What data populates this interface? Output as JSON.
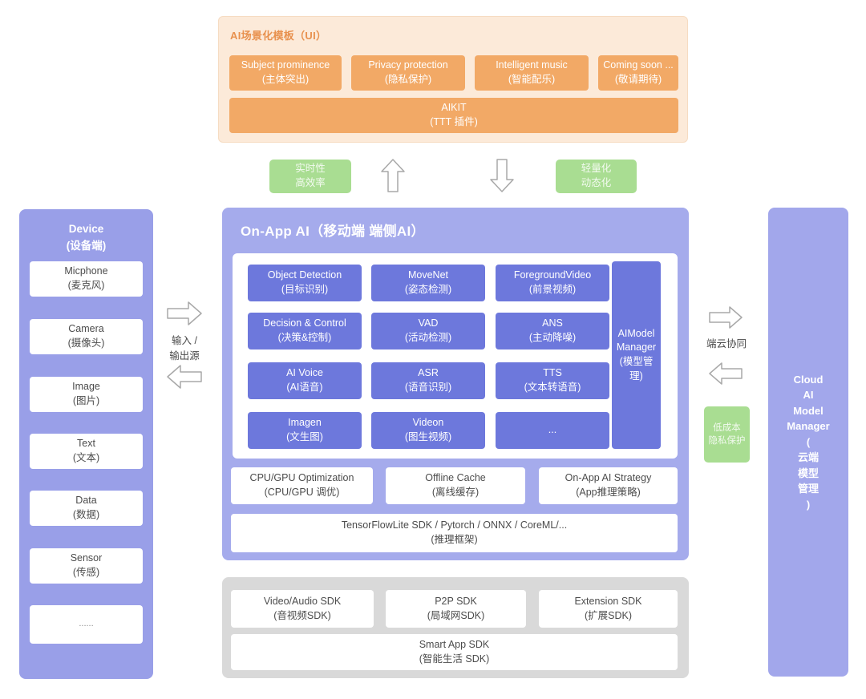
{
  "palette": {
    "peach_bg": "#fcead9",
    "orange": "#f2a966",
    "orange_text": "#e8914e",
    "green": "#a9dd92",
    "periwinkle_device": "#999fe8",
    "periwinkle_onapp": "#a5abec",
    "periwinkle_cloud": "#a2a7eb",
    "blue_card": "#6d78dc",
    "gray_panel": "#d9d9d9",
    "card_text": "#4c4c4c"
  },
  "top_panel": {
    "title": "AI场景化模板（UI）",
    "buttons": [
      {
        "title": "Subject prominence",
        "subtitle": "(主体突出)"
      },
      {
        "title": "Privacy protection",
        "subtitle": "(隐私保护)"
      },
      {
        "title": "Intelligent music",
        "subtitle": "(智能配乐)"
      },
      {
        "title": "Coming soon ...",
        "subtitle": "(敬请期待)"
      }
    ],
    "aikit": {
      "title": "AIKIT",
      "subtitle": "(TTT 插件)"
    }
  },
  "middle_labels": {
    "left_green": "实时性\n高效率",
    "right_green": "轻量化\n动态化"
  },
  "device_panel": {
    "title": "Device\n(设备端)",
    "items": [
      {
        "title": "Micphone",
        "subtitle": "(麦克风)"
      },
      {
        "title": "Camera",
        "subtitle": "(摄像头)"
      },
      {
        "title": "Image",
        "subtitle": "(图片)"
      },
      {
        "title": "Text",
        "subtitle": "(文本)"
      },
      {
        "title": "Data",
        "subtitle": "(数据)"
      },
      {
        "title": "Sensor",
        "subtitle": "(传感)"
      },
      {
        "title": "......",
        "subtitle": ""
      }
    ]
  },
  "io_label": "输入 /\n输出源",
  "onapp_panel": {
    "title": "On-App AI（移动端 端侧AI）",
    "features": [
      {
        "title": "Object Detection",
        "subtitle": "(目标识别)"
      },
      {
        "title": "MoveNet",
        "subtitle": "(姿态检测)"
      },
      {
        "title": "ForegroundVideo",
        "subtitle": "(前景视频)"
      },
      {
        "title": "Decision & Control",
        "subtitle": "(决策&控制)"
      },
      {
        "title": "VAD",
        "subtitle": "(活动检测)"
      },
      {
        "title": "ANS",
        "subtitle": "(主动降噪)"
      },
      {
        "title": "AI Voice",
        "subtitle": "(AI语音)"
      },
      {
        "title": "ASR",
        "subtitle": "(语音识别)"
      },
      {
        "title": "TTS",
        "subtitle": "(文本转语音)"
      },
      {
        "title": "Imagen",
        "subtitle": "(文生图)"
      },
      {
        "title": "Videon",
        "subtitle": "(图生视频)"
      },
      {
        "title": "...",
        "subtitle": ""
      }
    ],
    "model_manager": "AIModel\nManager\n(模型管\n理)",
    "infra": [
      {
        "title": "CPU/GPU Optimization",
        "subtitle": "(CPU/GPU 调优)"
      },
      {
        "title": "Offline Cache",
        "subtitle": "(离线缓存)"
      },
      {
        "title": "On-App AI Strategy",
        "subtitle": "(App推理策略)"
      }
    ],
    "framework": {
      "title": "TensorFlowLite SDK / Pytorch / ONNX / CoreML/...",
      "subtitle": "(推理框架)"
    }
  },
  "sdk_panel": {
    "items": [
      {
        "title": "Video/Audio SDK",
        "subtitle": "(音视频SDK)"
      },
      {
        "title": "P2P SDK",
        "subtitle": "(局域网SDK)"
      },
      {
        "title": "Extension SDK",
        "subtitle": "(扩展SDK)"
      }
    ],
    "smart": {
      "title": "Smart App SDK",
      "subtitle": "(智能生活 SDK)"
    }
  },
  "cloud_sync_label": "端云协同",
  "cloud_green": "低成本\n隐私保护",
  "cloud_panel": {
    "title": "Cloud\nAI\nModel\nManager\n(\n云端\n模型\n管理\n)"
  }
}
